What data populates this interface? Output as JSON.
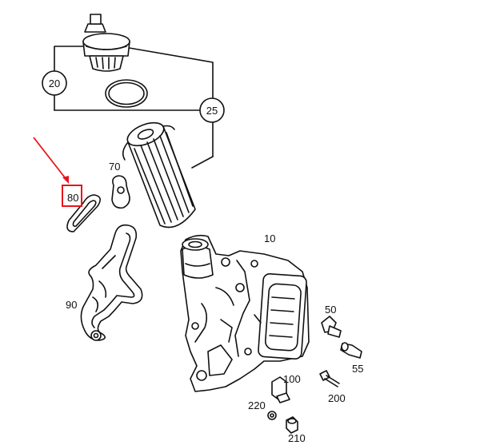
{
  "callouts": {
    "c20": "20",
    "c25": "25"
  },
  "labels": {
    "l70": "70",
    "l80": "80",
    "l10": "10",
    "l90": "90",
    "l50": "50",
    "l55": "55",
    "l100": "100",
    "l200": "200",
    "l220": "220",
    "l210": "210"
  },
  "colors": {
    "highlight": "#e8141b",
    "ink": "#111111"
  }
}
